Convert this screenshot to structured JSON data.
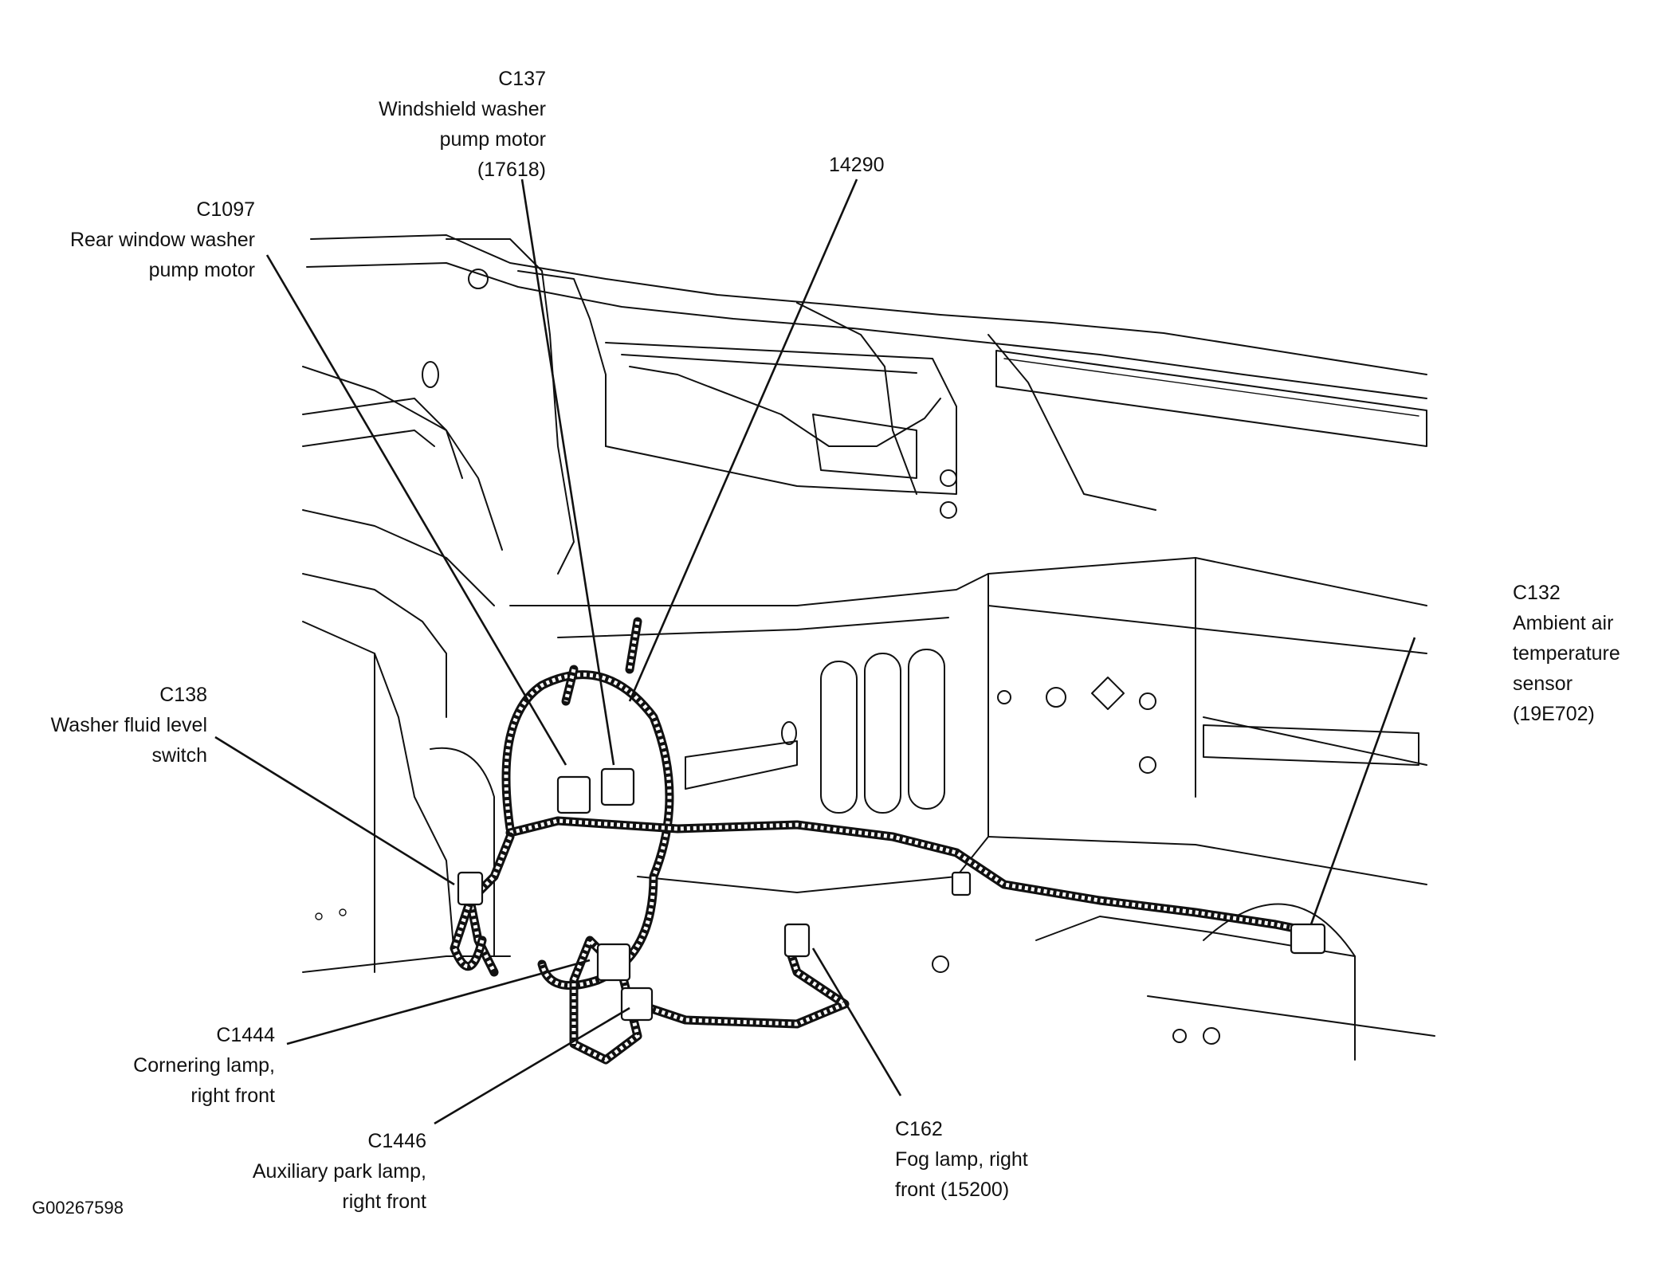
{
  "figure_id": "G00267598",
  "callouts": [
    {
      "id": "c137",
      "code": "C137",
      "lines": [
        "Windshield washer",
        "pump motor",
        "(17618)"
      ]
    },
    {
      "id": "p14290",
      "code": "14290",
      "lines": []
    },
    {
      "id": "c1097",
      "code": "C1097",
      "lines": [
        "Rear window washer",
        "pump motor"
      ]
    },
    {
      "id": "c138",
      "code": "C138",
      "lines": [
        "Washer fluid level",
        "switch"
      ]
    },
    {
      "id": "c132",
      "code": "C132",
      "lines": [
        "Ambient air",
        "temperature",
        "sensor",
        "(19E702)"
      ]
    },
    {
      "id": "c1444",
      "code": "C1444",
      "lines": [
        "Cornering lamp,",
        "right front"
      ]
    },
    {
      "id": "c1446",
      "code": "C1446",
      "lines": [
        "Auxiliary park lamp,",
        "right front"
      ]
    },
    {
      "id": "c162",
      "code": "C162",
      "lines": [
        "Fog lamp, right",
        "front (15200)"
      ]
    }
  ]
}
